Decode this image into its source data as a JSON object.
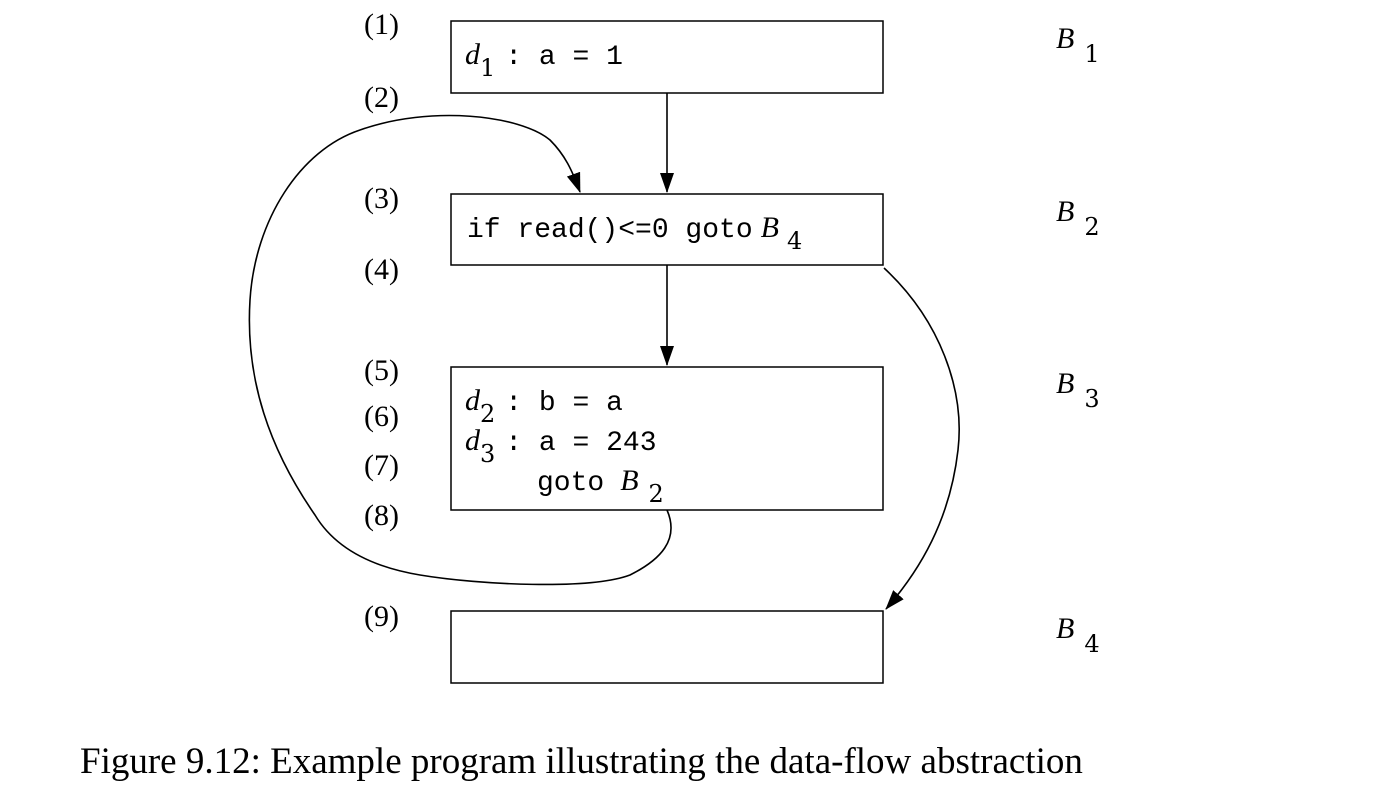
{
  "line_numbers": [
    "(1)",
    "(2)",
    "(3)",
    "(4)",
    "(5)",
    "(6)",
    "(7)",
    "(8)",
    "(9)"
  ],
  "blocks": [
    {
      "label": "B",
      "label_sub": "1",
      "lines": [
        {
          "def": "d",
          "def_sub": "1",
          "text": ": a = 1"
        }
      ]
    },
    {
      "label": "B",
      "label_sub": "2",
      "lines": [
        {
          "text": "if read()<=0 goto",
          "target": "B",
          "target_sub": "4"
        }
      ]
    },
    {
      "label": "B",
      "label_sub": "3",
      "lines": [
        {
          "def": "d",
          "def_sub": "2",
          "text": ": b = a"
        },
        {
          "def": "d",
          "def_sub": "3",
          "text": ": a = 243"
        },
        {
          "text": "goto",
          "target": "B",
          "target_sub": "2"
        }
      ]
    },
    {
      "label": "B",
      "label_sub": "4",
      "lines": []
    }
  ],
  "caption": "Figure 9.12: Example program illustrating the data-flow abstraction"
}
